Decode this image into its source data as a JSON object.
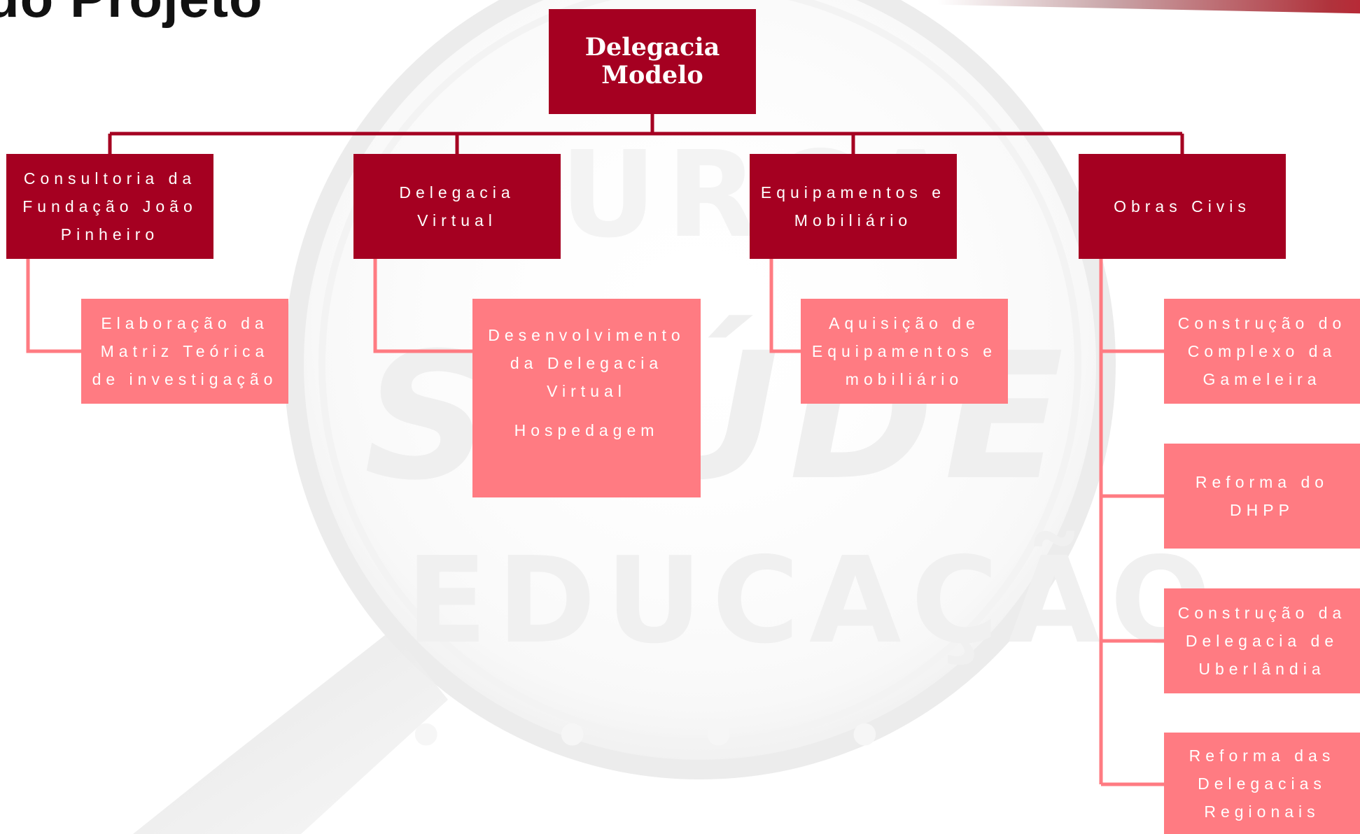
{
  "header": {
    "title": "do Projeto"
  },
  "background": {
    "watermark_words": [
      "URÇA",
      "SAÚDE",
      "EDUCAÇÃO",
      "• • • •"
    ]
  },
  "colors": {
    "root": "#a50021",
    "category": "#a50021",
    "subitem": "#ff7b82",
    "connector_dark": "#a50021",
    "connector_light": "#ff7b82"
  },
  "diagram": {
    "root": {
      "label": "Delegacia Modelo"
    },
    "categories": [
      {
        "label": "Consultoria da Fundação João Pinheiro",
        "items": [
          {
            "label": "Elaboração da Matriz Teórica de investigação"
          }
        ]
      },
      {
        "label": "Delegacia Virtual",
        "items": [
          {
            "label": "Desenvolvimento da Delegacia Virtual",
            "label2": "Hospedagem"
          }
        ]
      },
      {
        "label": "Equipamentos e Mobiliário",
        "items": [
          {
            "label": "Aquisição de Equipamentos e mobiliário"
          }
        ]
      },
      {
        "label": "Obras Civis",
        "items": [
          {
            "label": "Construção do Complexo da Gameleira"
          },
          {
            "label": "Reforma do DHPP"
          },
          {
            "label": "Construção da Delegacia de Uberlândia"
          },
          {
            "label": "Reforma das Delegacias Regionais"
          }
        ]
      }
    ]
  }
}
